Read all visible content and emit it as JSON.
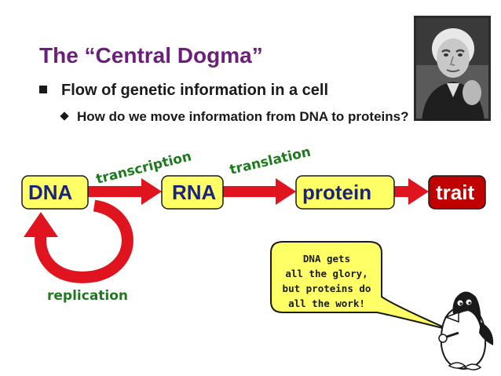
{
  "slide": {
    "title": "The “Central Dogma”",
    "bullet_level1": "Flow of genetic information in a cell",
    "bullet_level2": "How do we move information from DNA to proteins?"
  },
  "diagram": {
    "nodes": {
      "dna": "DNA",
      "rna": "RNA",
      "protein": "protein",
      "trait": "trait"
    },
    "processes": {
      "transcription": "transcription",
      "translation": "translation",
      "replication": "replication"
    },
    "speech_bubble": {
      "line1": "DNA gets",
      "line2": "all the glory,",
      "line3": "but proteins do",
      "line4": "all the work!"
    }
  },
  "colors": {
    "title": "#6b1f7a",
    "node_fill": "#ffff66",
    "trait_fill": "#c00000",
    "arrow": "#e0141e",
    "process_label": "#1e7a1e",
    "bubble_fill": "#ffff66"
  },
  "icons": {
    "portrait": "scientist-portrait-photo",
    "mascot": "penguin-cartoon-icon"
  }
}
